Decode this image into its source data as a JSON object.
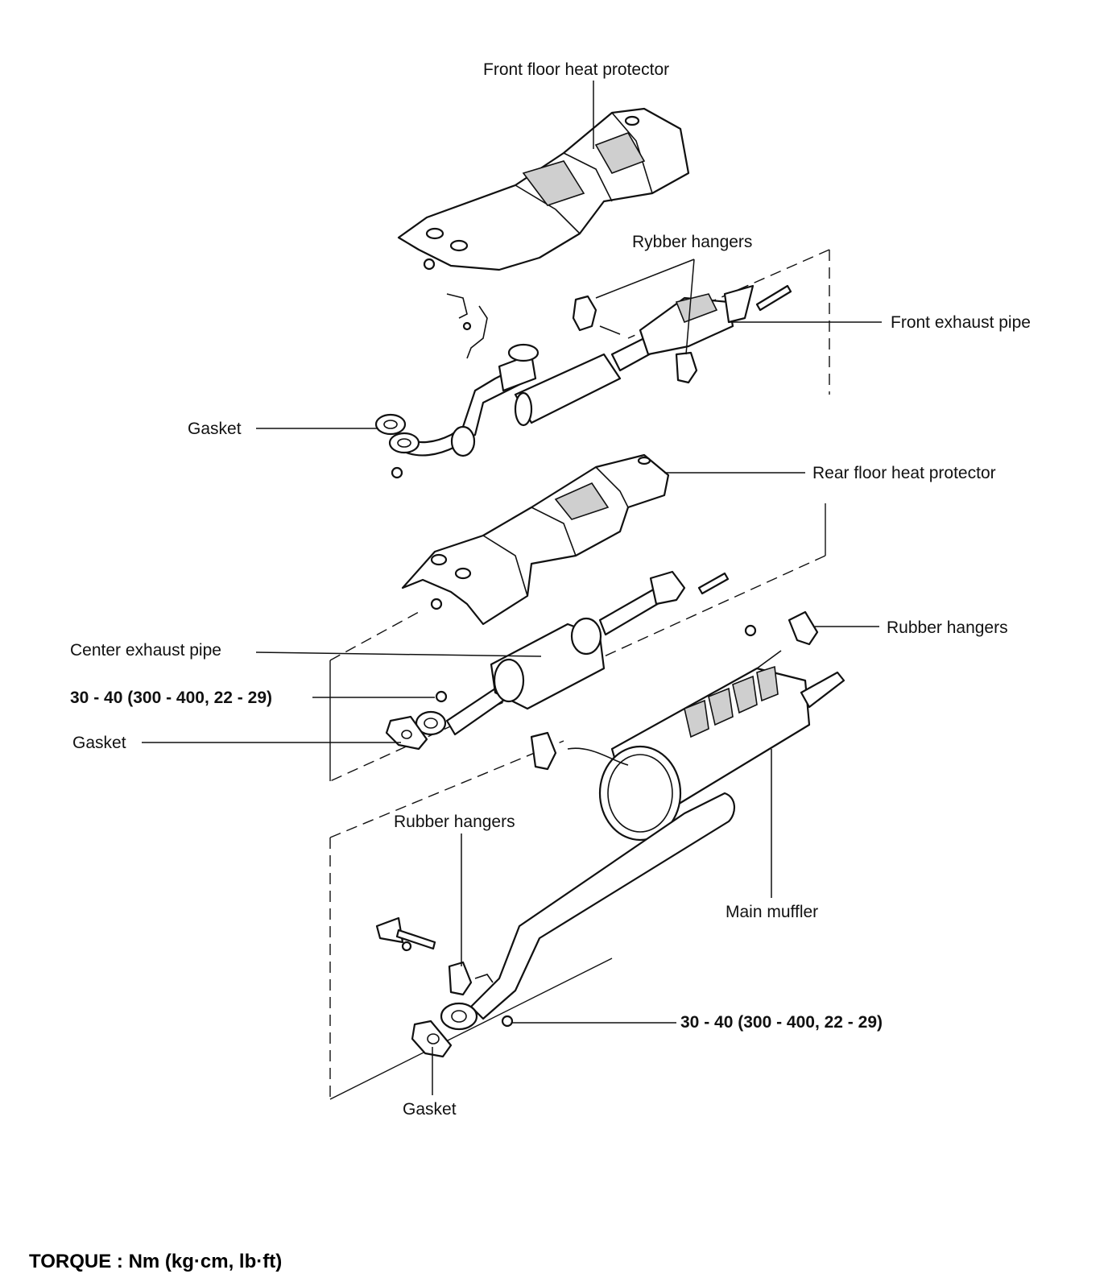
{
  "labels": {
    "front_floor_heat_protector": "Front floor heat protector",
    "rybber_hangers": "Rybber hangers",
    "front_exhaust_pipe": "Front exhaust pipe",
    "gasket_front": "Gasket",
    "rear_floor_heat_protector": "Rear floor heat protector",
    "rubber_hangers_right": "Rubber hangers",
    "center_exhaust_pipe": "Center exhaust pipe",
    "torque_center": "30 - 40 (300 - 400, 22 - 29)",
    "gasket_center": "Gasket",
    "rubber_hangers_lower": "Rubber hangers",
    "main_muffler": "Main muffler",
    "torque_rear": "30 - 40 (300 - 400, 22 - 29)",
    "gasket_rear": "Gasket"
  },
  "footer": {
    "torque_units": "TORQUE : Nm (kg·cm, lb·ft)"
  }
}
